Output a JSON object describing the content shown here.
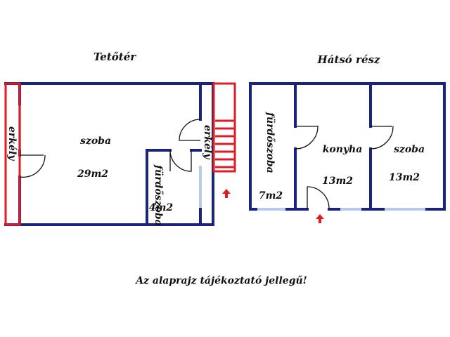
{
  "colors": {
    "wall": "#1a237e",
    "window": "#b3cde8",
    "balcony": "#e01b24",
    "text": "#111111"
  },
  "sections": {
    "attic": {
      "title": "Tetőtér"
    },
    "back": {
      "title": "Hátsó rész"
    }
  },
  "rooms": {
    "attic_room": {
      "name": "szoba",
      "area": "29m2"
    },
    "attic_bath": {
      "name": "fürdőszoba",
      "area": "4m2"
    },
    "balcony_left": {
      "name": "erkély"
    },
    "balcony_right": {
      "name": "erkély"
    },
    "back_bath": {
      "name": "fürdőszoba",
      "area": "7m2"
    },
    "kitchen": {
      "name": "konyha",
      "area": "13m2"
    },
    "back_room": {
      "name": "szoba",
      "area": "13m2"
    }
  },
  "note": "Az alaprajz tájékoztató jellegű!",
  "icons": {
    "entrance": "up-arrow-icon"
  }
}
